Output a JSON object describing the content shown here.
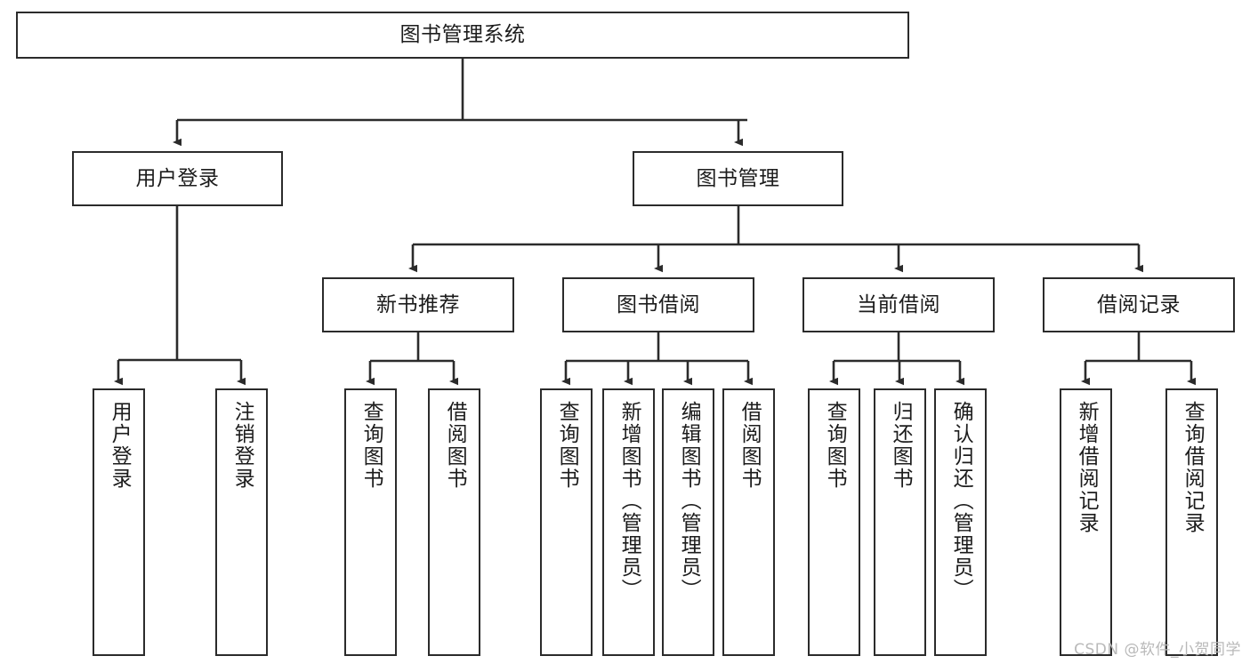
{
  "diagram": {
    "title": "图书管理系统",
    "type": "tree-structure-chart",
    "colors": {
      "box_border": "#2b2b2b",
      "box_fill": "#ffffff",
      "connector": "#2b2b2b",
      "text": "#1c1c1c",
      "watermark": "#b9b9b9"
    },
    "watermark": "CSDN @软件_小贺同学",
    "nodes": {
      "root": {
        "label": "图书管理系统"
      },
      "level2": [
        {
          "label": "用户登录"
        },
        {
          "label": "图书管理"
        }
      ],
      "level3": [
        {
          "label": "新书推荐"
        },
        {
          "label": "图书借阅"
        },
        {
          "label": "当前借阅"
        },
        {
          "label": "借阅记录"
        }
      ],
      "leaves": [
        {
          "label": "用户登录",
          "parent": "用户登录"
        },
        {
          "label": "注销登录",
          "parent": "用户登录"
        },
        {
          "label": "查询图书",
          "parent": "新书推荐"
        },
        {
          "label": "借阅图书",
          "parent": "新书推荐"
        },
        {
          "label": "查询图书",
          "parent": "图书借阅"
        },
        {
          "label": "新增图书（管理员）",
          "parent": "图书借阅"
        },
        {
          "label": "编辑图书（管理员）",
          "parent": "图书借阅"
        },
        {
          "label": "借阅图书",
          "parent": "图书借阅"
        },
        {
          "label": "查询图书",
          "parent": "当前借阅"
        },
        {
          "label": "归还图书",
          "parent": "当前借阅"
        },
        {
          "label": "确认归还（管理员）",
          "parent": "当前借阅"
        },
        {
          "label": "新增借阅记录",
          "parent": "借阅记录"
        },
        {
          "label": "查询借阅记录",
          "parent": "借阅记录"
        }
      ]
    }
  }
}
